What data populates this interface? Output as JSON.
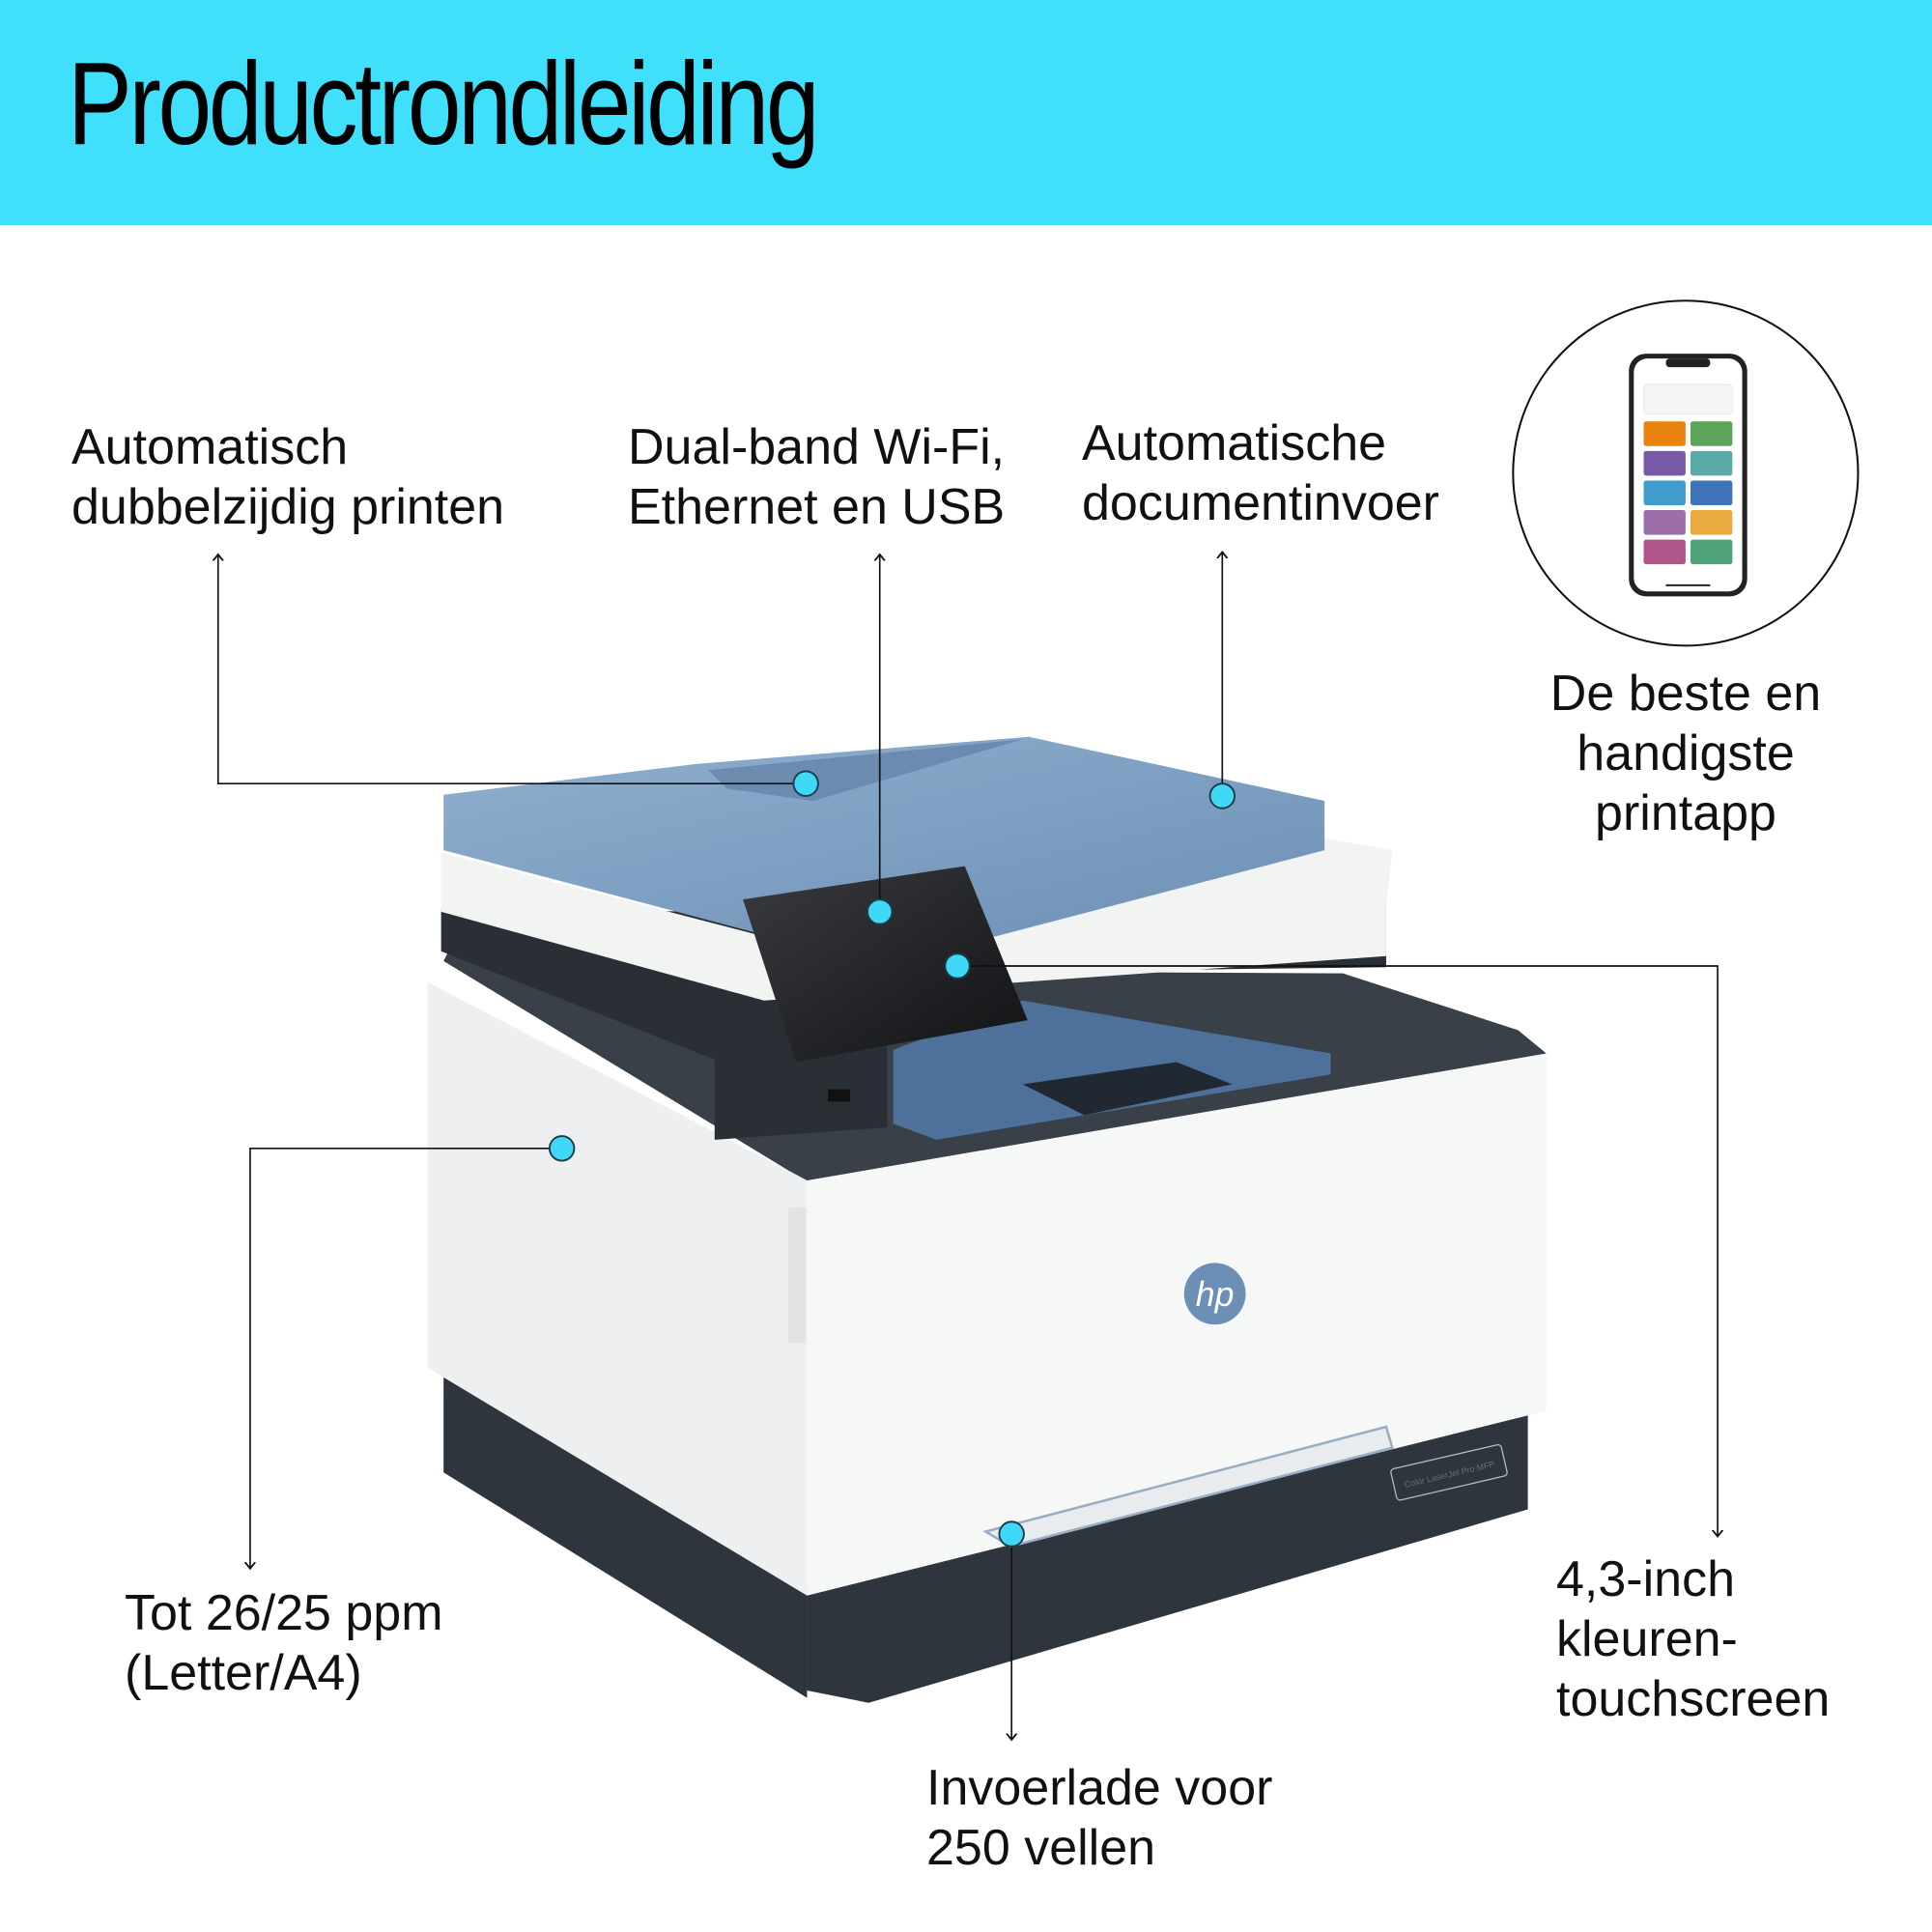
{
  "header": {
    "title": "Productrondleiding",
    "background_color": "#40dffc"
  },
  "callouts": {
    "duplex": {
      "lines": [
        "Automatisch",
        "dubbelzijdig printen"
      ]
    },
    "connectivity": {
      "lines": [
        "Dual-band Wi-Fi,",
        "Ethernet en USB"
      ]
    },
    "adf": {
      "lines": [
        "Automatische",
        "documentinvoer"
      ]
    },
    "app": {
      "lines": [
        "De beste en",
        "handigste",
        "printapp"
      ]
    },
    "touchscreen": {
      "lines": [
        "4,3-inch",
        "kleuren-",
        "touchscreen"
      ]
    },
    "tray": {
      "lines": [
        "Invoerlade voor",
        "250 vellen"
      ]
    },
    "speed": {
      "lines": [
        "Tot 26/25 ppm",
        "(Letter/A4)"
      ]
    }
  },
  "colors": {
    "marker": "#3fd9f7",
    "printer_blue": "#7a9dc0",
    "printer_dark": "#2f353d"
  },
  "product": {
    "brand_logo": "hp",
    "model_badge": "Color LaserJet Pro MFP"
  }
}
